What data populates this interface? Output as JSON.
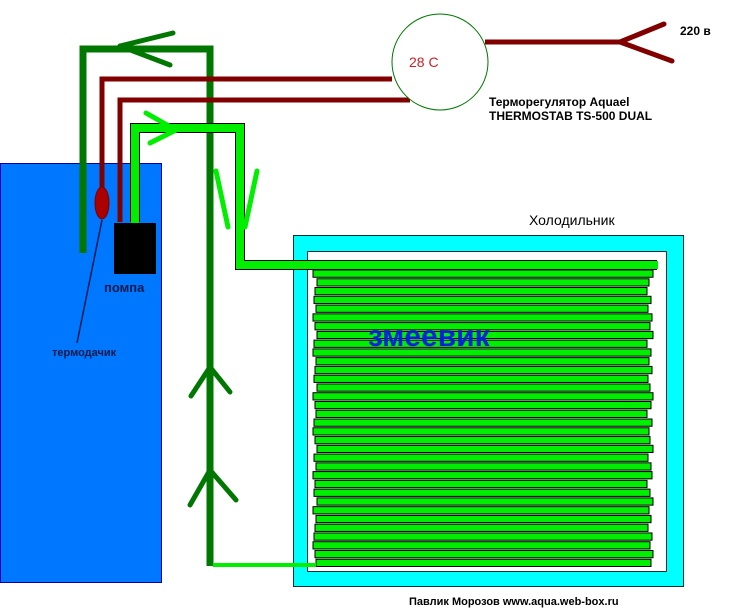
{
  "labels": {
    "voltage": "220 в",
    "thermostat_line1": "Терморегулятор Aquael",
    "thermostat_line2": "THERMOSTAB TS-500 DUAL",
    "temperature": "28 C",
    "fridge": "Холодильник",
    "coil": "змеевик",
    "pump": "помпа",
    "sensor": "термодачик",
    "credit": "Павлик Морозов www.aqua.web-box.ru"
  },
  "colors": {
    "tank": "#0077ff",
    "tank_border": "#0000aa",
    "fridge_outer": "#00ffff",
    "coil": "#00ee00",
    "return_pipe": "#007700",
    "supply_pipe": "#00ee00",
    "wire": "#800000",
    "pump": "#000000",
    "thermostat_outline": "#007700",
    "temperature_text": "#cc2222",
    "coil_text": "#0022dd",
    "sensor_text": "#0a1a4a"
  }
}
